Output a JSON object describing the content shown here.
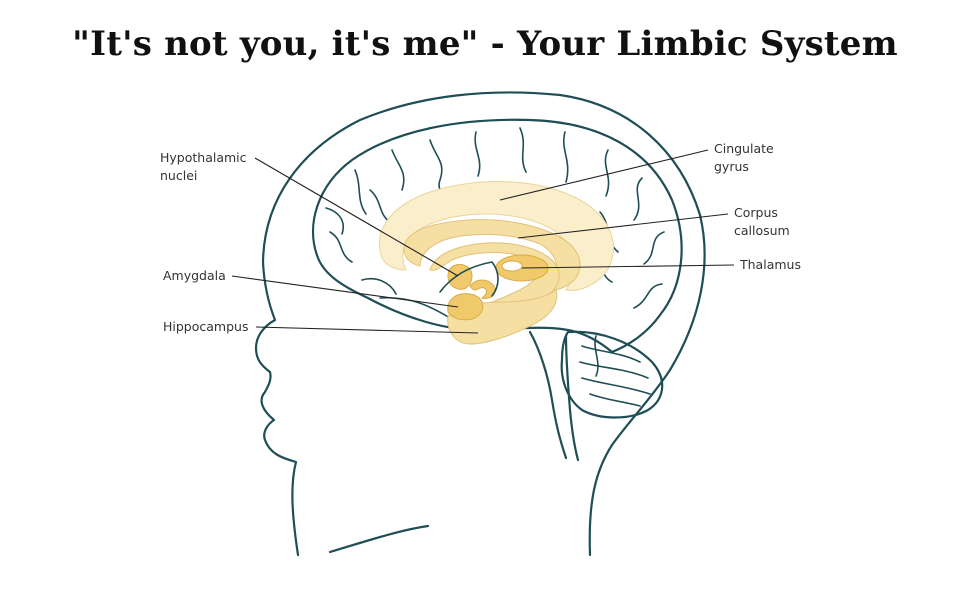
{
  "title": "\"It's not you, it's me\" - Your Limbic System",
  "colors": {
    "outline": "#1f4e55",
    "limbic_light": "#fbeecb",
    "limbic_mid": "#f6dfa3",
    "limbic_dark": "#f0c96b",
    "text": "#111111"
  },
  "labels": {
    "hypothalamic_line1": "Hypothalamic",
    "hypothalamic_line2": "nuclei",
    "amygdala": "Amygdala",
    "hippocampus": "Hippocampus",
    "cingulate_line1": "Cingulate",
    "cingulate_line2": "gyrus",
    "corpus_line1": "Corpus",
    "corpus_line2": "callosum",
    "thalamus": "Thalamus"
  }
}
